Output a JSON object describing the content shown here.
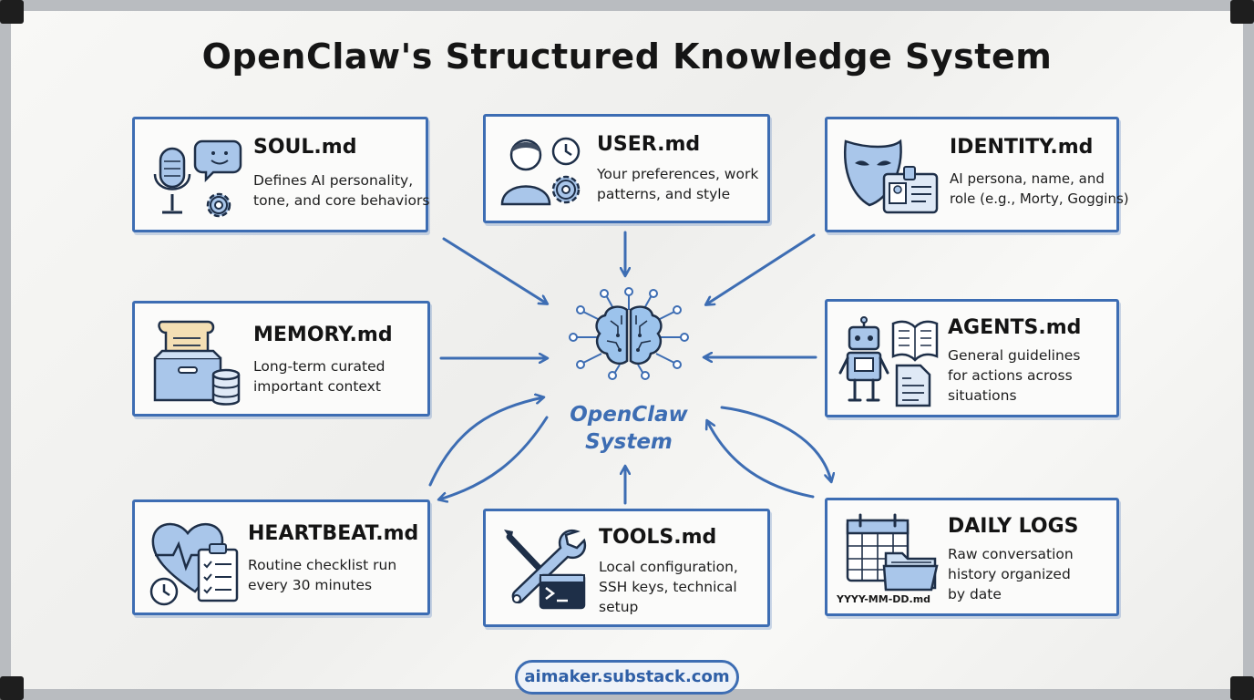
{
  "title": "OpenClaw's Structured Knowledge System",
  "center": {
    "line1": "OpenClaw",
    "line2": "System"
  },
  "footer": "aimaker.substack.com",
  "colors": {
    "accent": "#3d6db3",
    "light_blue": "#a9c6ea",
    "ink": "#1e2f48"
  },
  "cards": {
    "soul": {
      "title": "SOUL.md",
      "desc": [
        "Defines AI personality,",
        "tone, and core behaviors"
      ],
      "icons": [
        "microphone-icon",
        "chat-smile-icon",
        "gear-icon"
      ]
    },
    "user": {
      "title": "USER.md",
      "desc": [
        "Your preferences, work",
        "patterns, and style"
      ],
      "icons": [
        "person-icon",
        "clock-icon",
        "gear-icon"
      ]
    },
    "identity": {
      "title": "IDENTITY.md",
      "desc": [
        "AI persona, name, and",
        "role (e.g., Morty, Goggins)"
      ],
      "icons": [
        "mask-icon",
        "id-badge-icon"
      ]
    },
    "memory": {
      "title": "MEMORY.md",
      "desc": [
        "Long-term curated",
        "important context"
      ],
      "icons": [
        "scroll-icon",
        "archive-box-icon",
        "database-icon"
      ]
    },
    "agents": {
      "title": "AGENTS.md",
      "desc": [
        "General guidelines",
        "for actions across",
        "situations"
      ],
      "icons": [
        "robot-icon",
        "book-icon",
        "document-icon"
      ]
    },
    "heartbeat": {
      "title": "HEARTBEAT.md",
      "desc": [
        "Routine checklist run",
        "every 30 minutes"
      ],
      "icons": [
        "heart-pulse-icon",
        "clipboard-icon",
        "clock-icon"
      ]
    },
    "tools": {
      "title": "TOOLS.md",
      "desc": [
        "Local configuration,",
        "SSH keys, technical",
        "setup"
      ],
      "icons": [
        "wrench-screwdriver-icon",
        "terminal-icon"
      ]
    },
    "daily": {
      "title": "DAILY LOGS",
      "desc": [
        "Raw conversation",
        "history organized",
        "by date"
      ],
      "file_label": "YYYY-MM-DD.md",
      "icons": [
        "calendar-icon",
        "folder-icon"
      ]
    }
  }
}
